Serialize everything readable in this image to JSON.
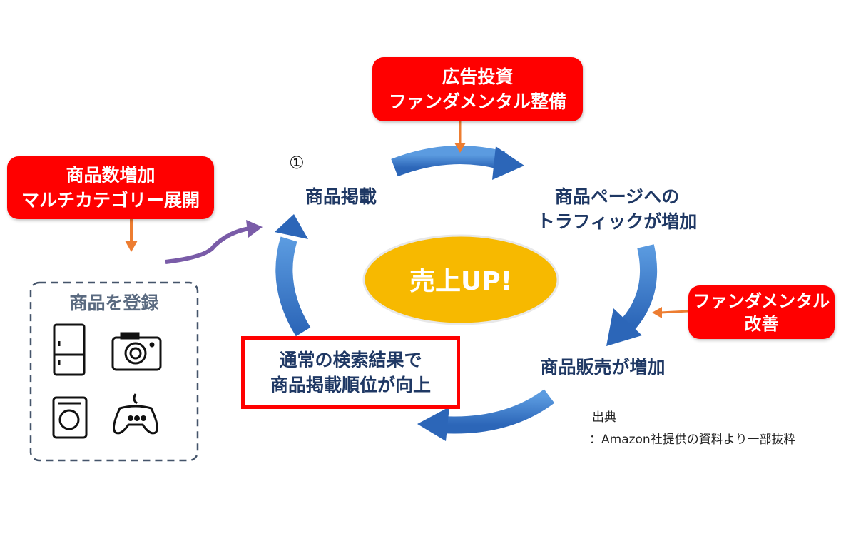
{
  "boxes": {
    "top": {
      "line1": "広告投資",
      "line2": "ファンダメンタル整備"
    },
    "left": {
      "line1": "商品数増加",
      "line2": "マルチカテゴリー展開"
    },
    "right": {
      "line1": "ファンダメンタル",
      "line2": "改善"
    }
  },
  "cycle": {
    "step_number": "①",
    "step1": "商品掲載",
    "step2_line1": "商品ページへの",
    "step2_line2": "トラフィックが増加",
    "step3": "商品販売が増加",
    "step4_line1": "通常の検索結果で",
    "step4_line2": "商品掲載順位が向上",
    "center": "売上UP!"
  },
  "register": {
    "title": "商品を登録",
    "icons": [
      "refrigerator-icon",
      "camera-icon",
      "washing-machine-icon",
      "game-controller-icon"
    ]
  },
  "source": {
    "label": "出典",
    "text": "：Amazon社提供の資料より一部抜粋"
  },
  "colors": {
    "red": "#ff0000",
    "blue": "#3b7bd0",
    "gold": "#f7b900",
    "navy": "#1f3864",
    "orange": "#ed7d31",
    "purple": "#7a5ca8"
  }
}
